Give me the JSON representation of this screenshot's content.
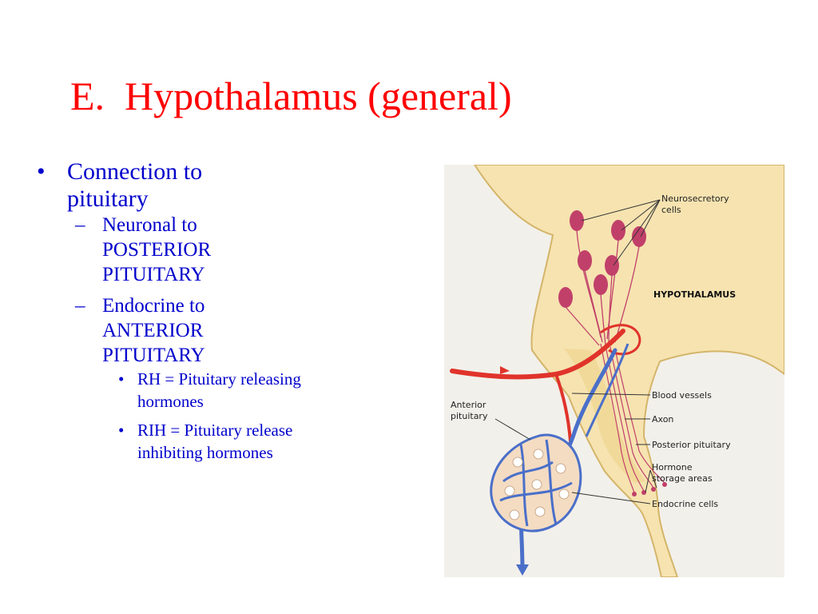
{
  "title": "E.  Hypothalamus (general)",
  "outline": {
    "item": [
      "Connection to",
      "pituitary"
    ],
    "sub1": [
      "Neuronal to",
      "POSTERIOR",
      "PITUITARY"
    ],
    "sub2": [
      "Endocrine to",
      "ANTERIOR",
      "PITUITARY"
    ],
    "rh": [
      "RH = Pituitary releasing",
      "hormones"
    ],
    "rih": [
      "RIH = Pituitary release",
      "inhibiting hormones"
    ]
  },
  "figure": {
    "labels": {
      "neurosecretory": [
        "Neurosecretory",
        "cells"
      ],
      "hypothalamus": "HYPOTHALAMUS",
      "blood_vessels": "Blood vessels",
      "axon": "Axon",
      "posterior": "Posterior pituitary",
      "storage": [
        "Hormone",
        "storage areas"
      ],
      "endocrine": "Endocrine cells",
      "anterior": [
        "Anterior",
        "pituitary"
      ]
    },
    "colors": {
      "tissue": "#f6e3b0",
      "tissue_edge": "#d4b56a",
      "neuron": "#c1406a",
      "artery": "#e0332b",
      "vein": "#4a6fc9",
      "cell_fill": "#f4dcc2"
    }
  }
}
